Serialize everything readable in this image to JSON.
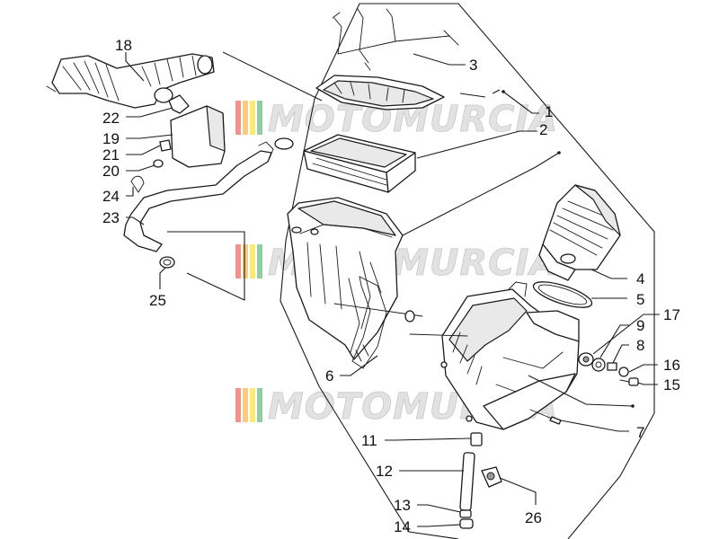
{
  "watermark": {
    "text": "MOTOMURCIA",
    "stripe_colors": [
      "#e63b2e",
      "#f2a21b",
      "#f5d90a",
      "#36a852"
    ]
  },
  "callouts": [
    "1",
    "2",
    "3",
    "4",
    "5",
    "6",
    "7",
    "8",
    "9",
    "11",
    "12",
    "13",
    "14",
    "15",
    "16",
    "17",
    "18",
    "19",
    "20",
    "21",
    "22",
    "23",
    "24",
    "25",
    "26"
  ],
  "colors": {
    "line": "#1a1a1a",
    "watermark": "#d0d0d0",
    "background": "#ffffff"
  }
}
